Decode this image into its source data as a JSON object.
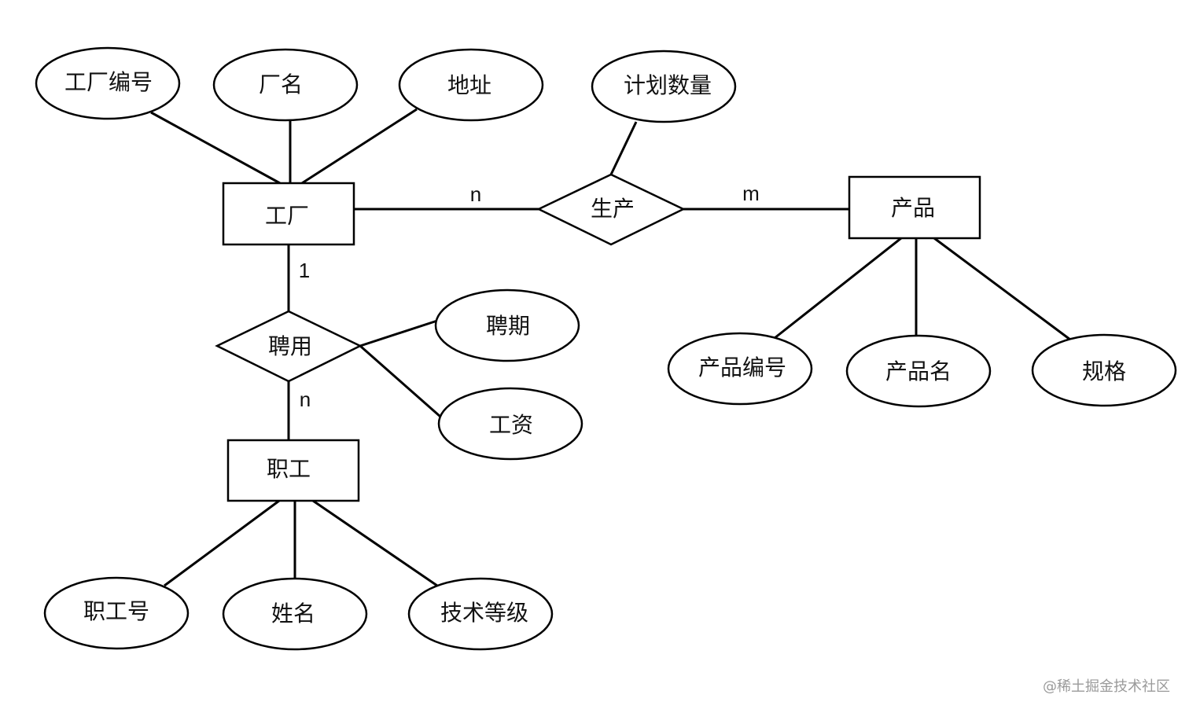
{
  "entities": {
    "factory": "工厂",
    "product": "产品",
    "employee": "职工"
  },
  "relationships": {
    "produce": "生产",
    "hire": "聘用"
  },
  "attributes": {
    "factory_id": "工厂编号",
    "factory_name": "厂名",
    "address": "地址",
    "plan_quantity": "计划数量",
    "product_id": "产品编号",
    "product_name": "产品名",
    "spec": "规格",
    "hire_period": "聘期",
    "salary": "工资",
    "employee_id": "职工号",
    "name": "姓名",
    "skill_level": "技术等级"
  },
  "cardinalities": {
    "factory_produce": "n",
    "product_produce": "m",
    "factory_hire": "1",
    "employee_hire": "n"
  },
  "watermark": "@稀土掘金技术社区"
}
